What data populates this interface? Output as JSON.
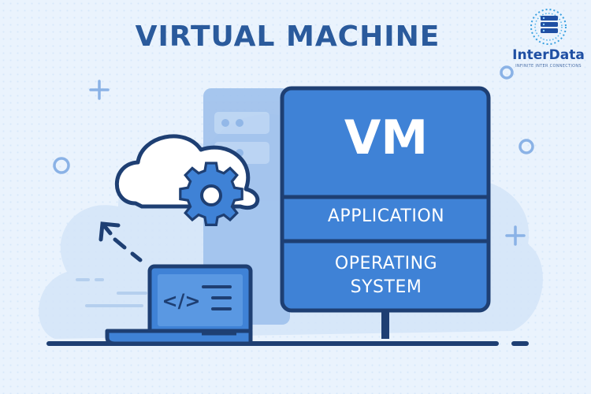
{
  "title": "VIRTUAL MACHINE",
  "logo": {
    "brand": "InterData",
    "tagline": "INFINITE INTER CONNECTIONS",
    "icon": "server-stack-icon"
  },
  "vm": {
    "header": "VM",
    "layers": [
      "APPLICATION",
      "OPERATING",
      "SYSTEM"
    ]
  },
  "laptop": {
    "screen_symbol": "</>"
  },
  "colors": {
    "primary": "#2a5a9c",
    "panel": "#3f82d6",
    "outline": "#1e3f73",
    "background": "#eaf3fd"
  }
}
